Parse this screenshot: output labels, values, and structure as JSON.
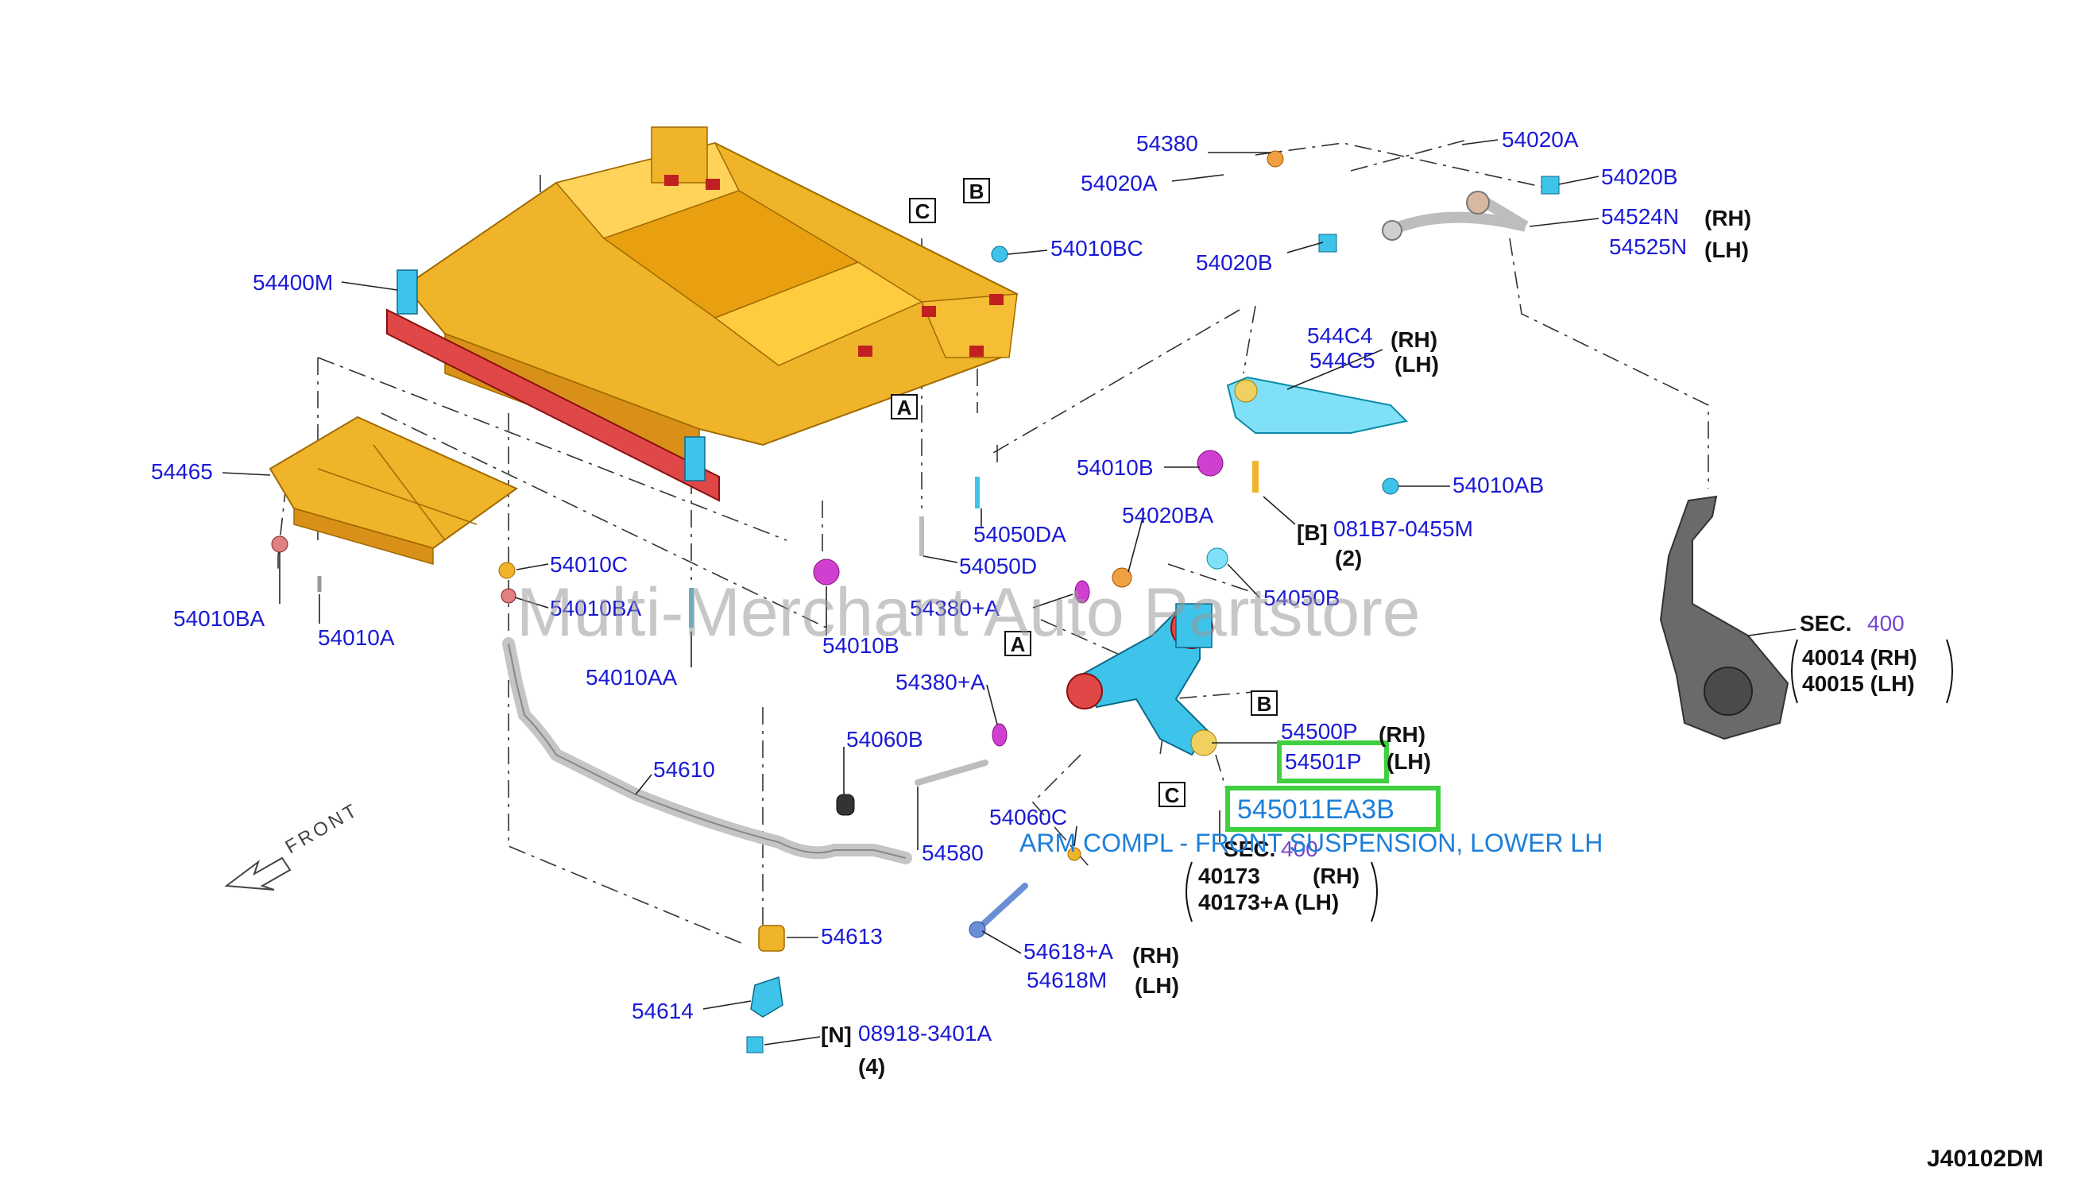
{
  "diagram": {
    "watermark": "Multi-Merchant Auto Partstore",
    "drawing_code": "J40102DM",
    "front_label": "FRONT",
    "highlight_part": "545011EA3B",
    "highlight_desc": "ARM COMPL - FRONT SUSPENSION, LOWER LH",
    "colors": {
      "crossmember": "#f0b42a",
      "beam": "#e04848",
      "arm": "#3ec4ea",
      "highlight": "#3fcf3f",
      "label": "#1a1ad6",
      "bushing": "#d040d0"
    },
    "labels": {
      "l54380": "54380",
      "l54020A_1": "54020A",
      "l54020A_2": "54020A",
      "l54020B_1": "54020B",
      "l54020B_2": "54020B",
      "l54524N": "54524N",
      "l54525N": "54525N",
      "rh1": "(RH)",
      "lh1": "(LH)",
      "l54400M": "54400M",
      "l54010BC": "54010BC",
      "l544C4": "544C4",
      "l544C5": "544C5",
      "rh2": "(RH)",
      "lh2": "(LH)",
      "l54465": "54465",
      "l54010B_1": "54010B",
      "l54010AB": "54010AB",
      "l54020BA": "54020BA",
      "l081B7": "081B7-0455M",
      "b_bracket": "[B]",
      "qty2": "(2)",
      "l54050DA": "54050DA",
      "l54050D": "54050D",
      "l54010C": "54010C",
      "l54010BA_1": "54010BA",
      "l54010BA_2": "54010BA",
      "l54010A": "54010A",
      "l54380A_1": "54380+A",
      "l54050B": "54050B",
      "l54010B_2": "54010B",
      "l54010AA": "54010AA",
      "l54380A_2": "54380+A",
      "sec400_1": "SEC.",
      "sec400_1n": "400",
      "p40014": "40014 (RH)",
      "p40015": "40015 (LH)",
      "l54060B": "54060B",
      "l54500P": "54500P",
      "rh3": "(RH)",
      "l54501P": "54501P",
      "lh3": "(LH)",
      "l54610": "54610",
      "l54060C": "54060C",
      "l54580": "54580",
      "sec400_2": "SEC.",
      "sec400_2n": "400",
      "p40173": "40173",
      "p40173rh": "(RH)",
      "p40173A": "40173+A (LH)",
      "l54613": "54613",
      "l54618A": "54618+A",
      "rh4": "(RH)",
      "l54618M": "54618M",
      "lh4": "(LH)",
      "l54614": "54614",
      "n_bracket": "[N]",
      "l08918": "08918-3401A",
      "qty4": "(4)",
      "box_C1": "C",
      "box_B1": "B",
      "box_A1": "A",
      "box_A2": "A",
      "box_B2": "B",
      "box_C2": "C"
    }
  }
}
